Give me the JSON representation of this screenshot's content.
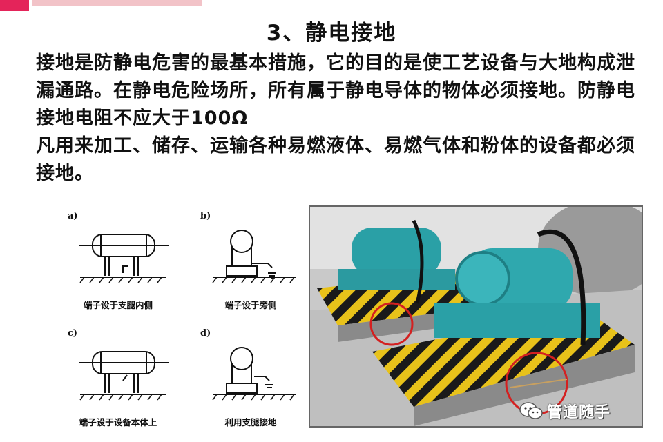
{
  "slide": {
    "title": "3、静电接地",
    "paragraph1": "接地是防静电危害的最基本措施，它的目的是使工艺设备与大地构成泄漏通路。在静电危险场所，所有属于静电导体的物体必须接地。防静电接地电阻不应大于100Ω",
    "paragraph2": "凡用来加工、储存、运输各种易燃液体、易燃气体和粉体的设备都必须接地。"
  },
  "diagrams": [
    {
      "letter": "a)",
      "caption": "端子设于支腿内侧"
    },
    {
      "letter": "b)",
      "caption": "端子设于旁侧"
    },
    {
      "letter": "c)",
      "caption": "端子设于设备本体上"
    },
    {
      "letter": "d)",
      "caption": "利用支腿接地"
    }
  ],
  "watermark": {
    "text": "管道随手",
    "icon": "wechat-icon"
  },
  "colors": {
    "accent": "#e4245a",
    "pump_teal": "#2aa0a6",
    "hazard_yellow": "#e8c21a",
    "circle_red": "#d42020"
  }
}
